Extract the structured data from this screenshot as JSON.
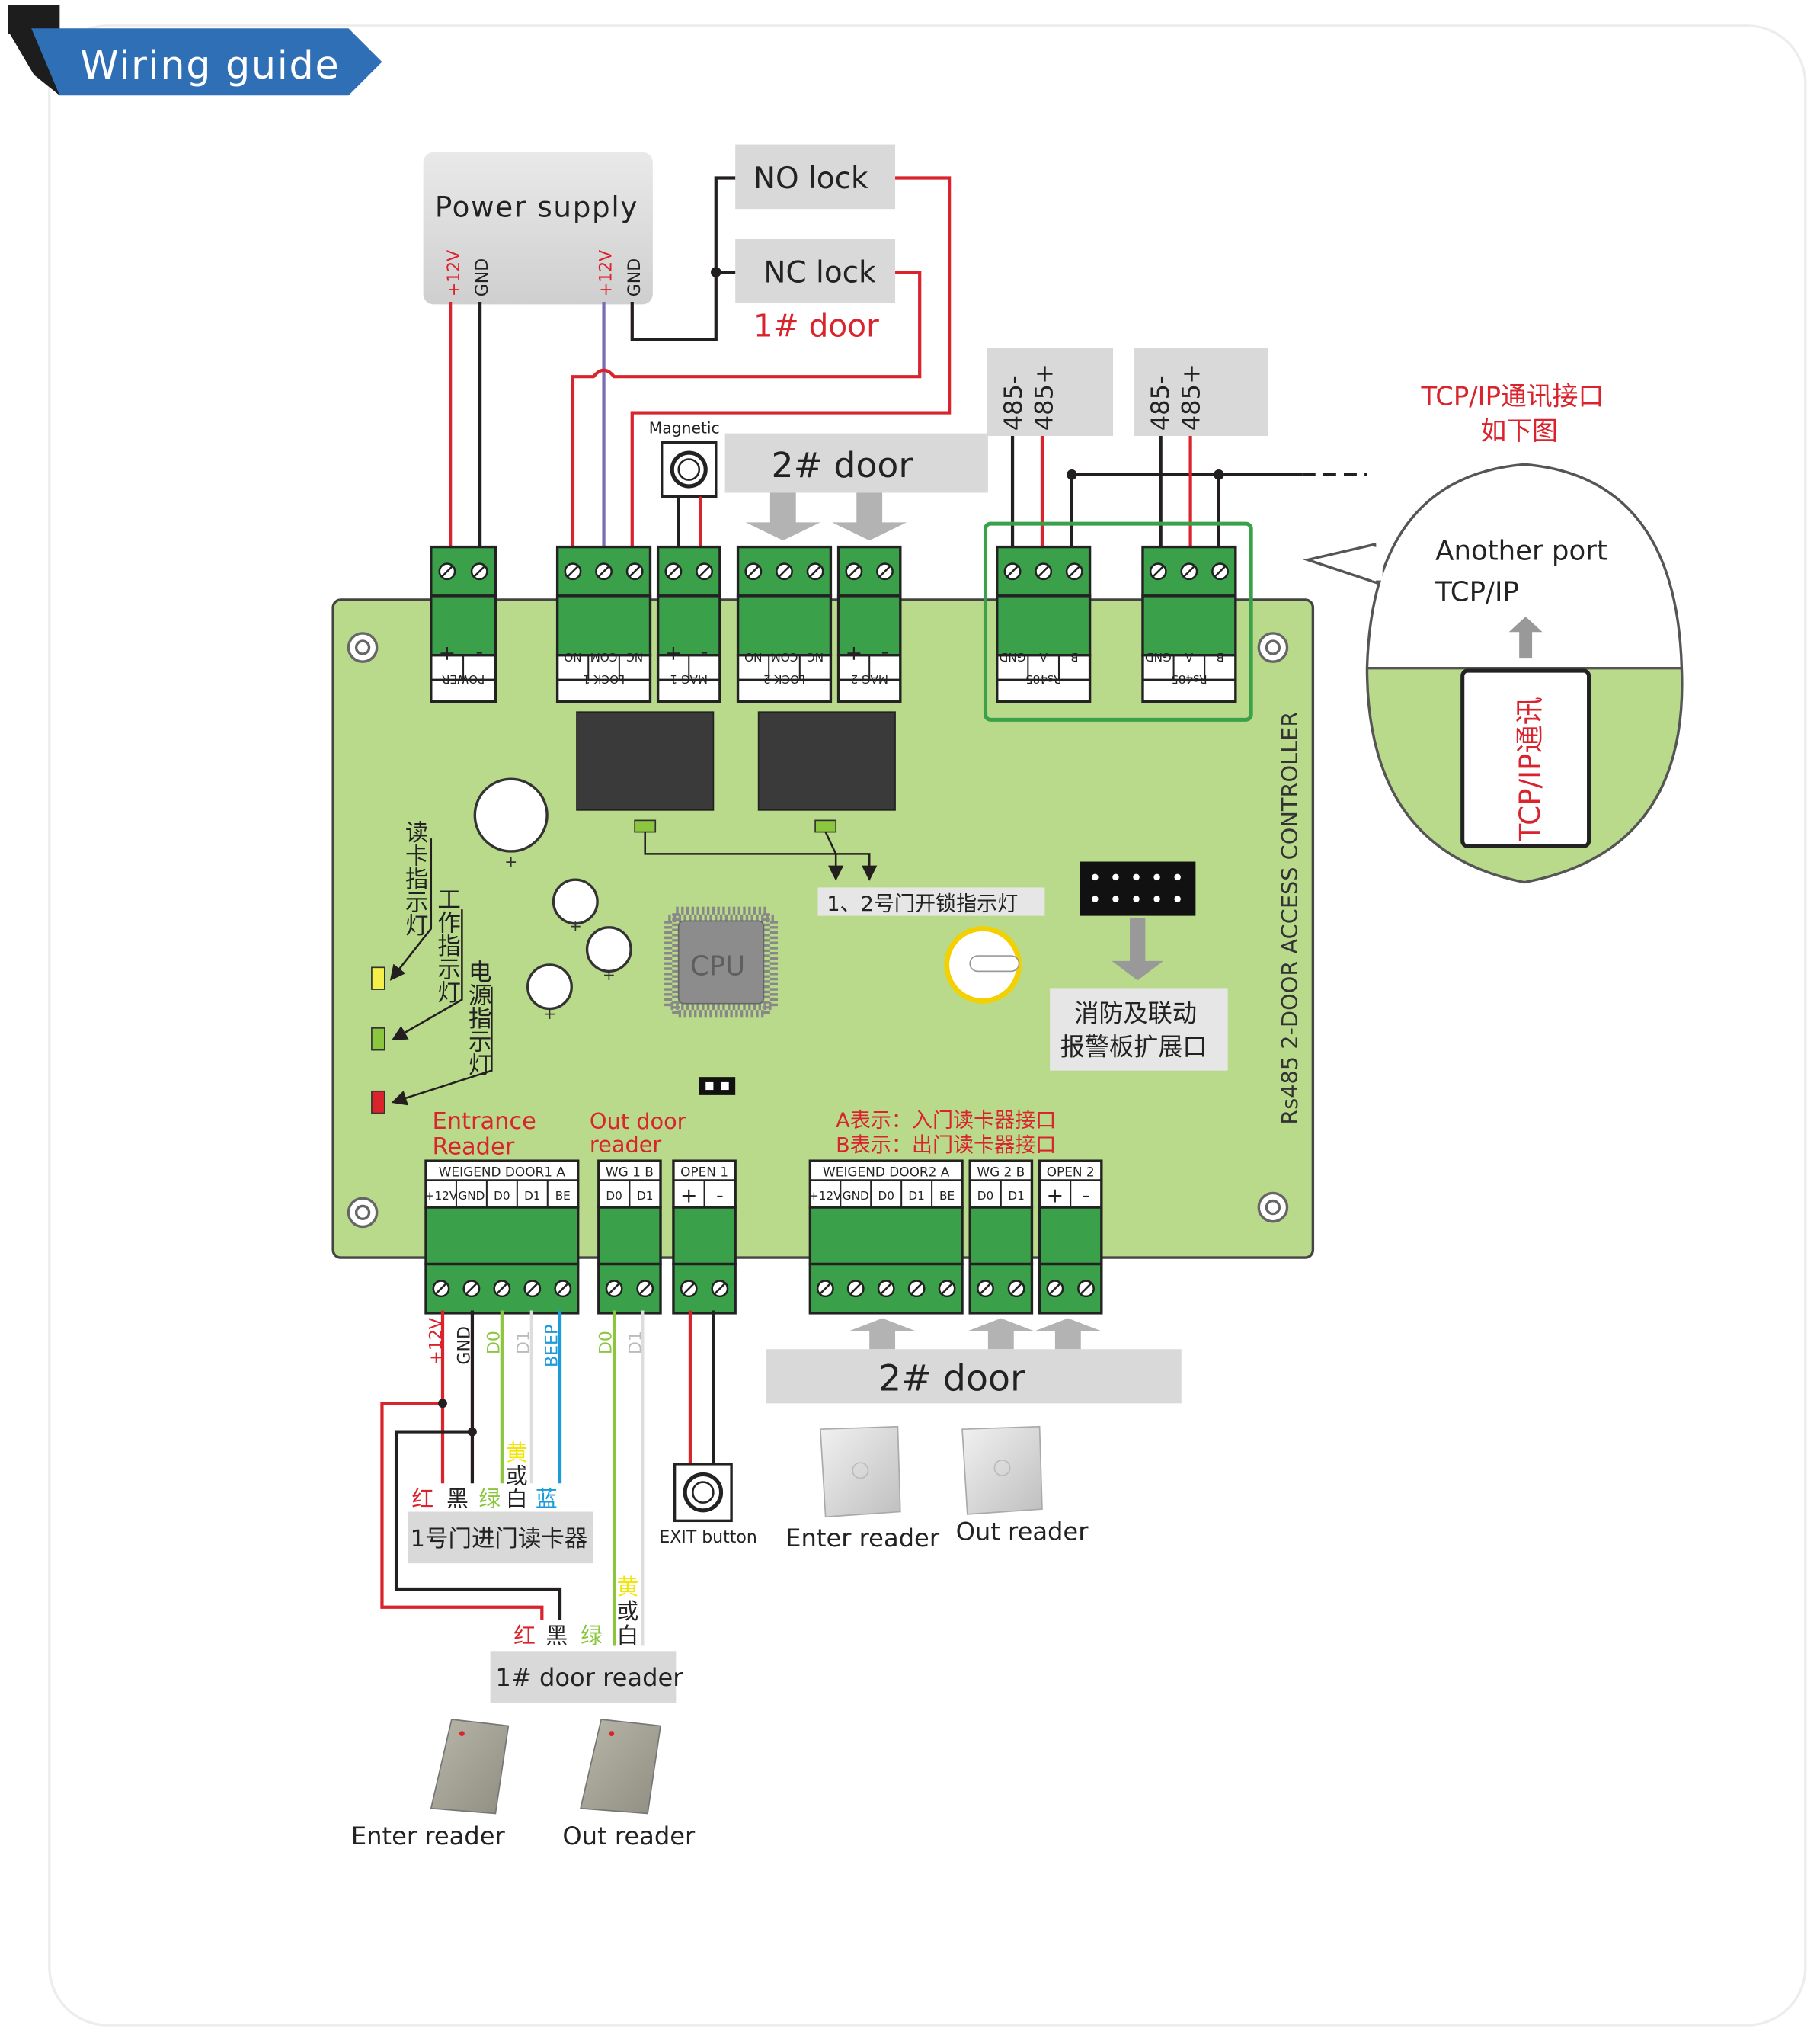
{
  "header": {
    "title": "Wiring guide"
  },
  "power_supply": {
    "label": "Power supply",
    "pin_12v": "+12V",
    "pin_gnd": "GND"
  },
  "locks": {
    "no_lock": "NO lock",
    "nc_lock": "NC lock",
    "door1": "1# door"
  },
  "magnetic_label": "Magnetic",
  "door2_label": "2# door",
  "rs485": {
    "minus": "485-",
    "plus": "485+"
  },
  "tcp": {
    "caption_line1": "TCP/IP通讯接口",
    "caption_line2": "如下图",
    "bubble_line1": "Another port",
    "bubble_line2": "TCP/IP",
    "port_label": "TCP/IP通讯"
  },
  "board": {
    "side_title": "Rs485 2-DOOR ACCESS CONTROLLER",
    "cpu": "CPU",
    "top_terminals": {
      "power": {
        "name": "POWER",
        "pins": [
          "+",
          "-"
        ]
      },
      "lock1": {
        "name": "LOCK 1",
        "pins": [
          "NO",
          "COM",
          "NC"
        ]
      },
      "mag1": {
        "name": "MAG 1",
        "pins": [
          "+",
          "-"
        ]
      },
      "lock2": {
        "name": "LOCK 2",
        "pins": [
          "NO",
          "COM",
          "NC"
        ]
      },
      "mag2": {
        "name": "MAG 2",
        "pins": [
          "+",
          "-"
        ]
      },
      "rs485_a": {
        "name": "Rs485",
        "pins": [
          "GND",
          "A",
          "B"
        ]
      },
      "rs485_b": {
        "name": "Rs485",
        "pins": [
          "GND",
          "A",
          "B"
        ]
      }
    },
    "indicators": {
      "read_card": "读卡指示灯",
      "work": "工作指示灯",
      "power": "电源指示灯",
      "unlock": "1、2号门开锁指示灯"
    },
    "fire_port": {
      "line1": "消防及联动",
      "line2": "报警板扩展口"
    },
    "labels": {
      "entrance_reader": [
        "Entrance",
        "Reader"
      ],
      "out_door_reader": [
        "Out door",
        "reader"
      ],
      "ab_note_a": "A表示：入门读卡器接口",
      "ab_note_b": "B表示：出门读卡器接口"
    },
    "bottom_terminals": {
      "wg_door1": {
        "name": "WEIGEND DOOR1  A",
        "pins": [
          "+12V",
          "GND",
          "D0",
          "D1",
          "BE"
        ]
      },
      "wg1b": {
        "name": "WG 1 B",
        "pins": [
          "D0",
          "D1"
        ]
      },
      "open1": {
        "name": "OPEN 1",
        "pins": [
          "+",
          "-"
        ]
      },
      "wg_door2": {
        "name": "WEIGEND DOOR2  A",
        "pins": [
          "+12V",
          "GND",
          "D0",
          "D1",
          "BE"
        ]
      },
      "wg2b": {
        "name": "WG 2 B",
        "pins": [
          "D0",
          "D1"
        ]
      },
      "open2": {
        "name": "OPEN 2",
        "pins": [
          "+",
          "-"
        ]
      }
    }
  },
  "wires": {
    "p12v": "+12V",
    "gnd": "GND",
    "d0": "D0",
    "d1": "D1",
    "beep": "BEEP"
  },
  "reader1_colors": [
    "红",
    "黑",
    "绿",
    "白",
    "蓝"
  ],
  "yellow_or": [
    "黄",
    "或"
  ],
  "reader1_label": "1号门进门读卡器",
  "reader2_colors": [
    "红",
    "黑",
    "绿",
    "白"
  ],
  "door1_reader_label": "1# door reader",
  "exit_button": "EXIT button",
  "door2_bottom_label": "2# door",
  "readers": {
    "enter": "Enter  reader",
    "out": "Out reader"
  },
  "colors": {
    "board": "#b9d98b",
    "terminal": "#3aa14a",
    "red_wire": "#d9232d",
    "black_wire": "#231f20",
    "green_wire": "#8cc63f",
    "blue_wire": "#1b9bd7",
    "yellow_text": "#f2e600",
    "header_blue": "#2f6fb6"
  }
}
